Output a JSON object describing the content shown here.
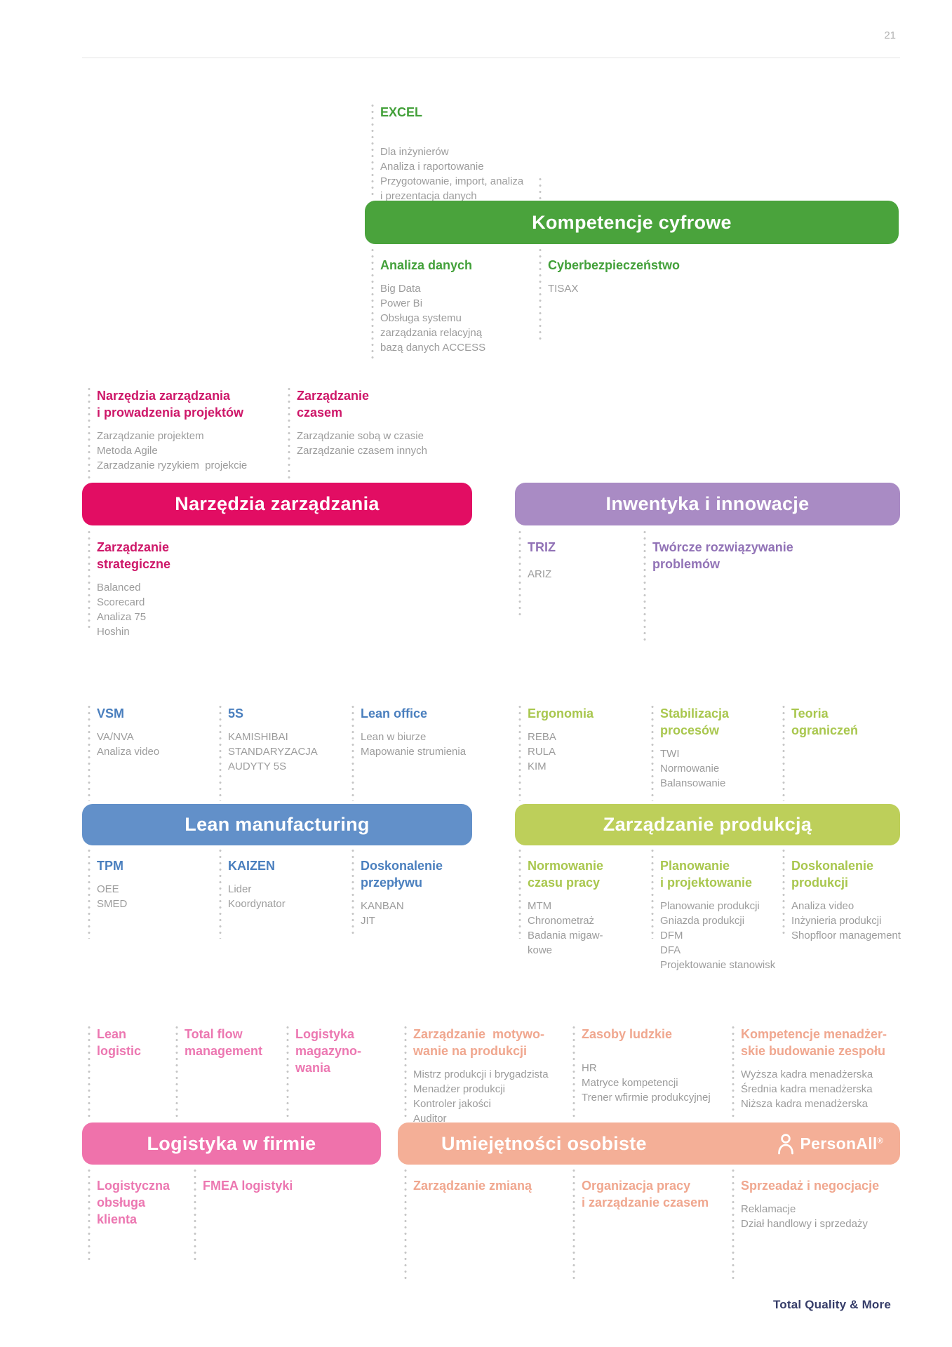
{
  "page": {
    "number": "21",
    "footer": "Total Quality & More"
  },
  "colors": {
    "green": "#4AA33C",
    "pink": "#E20D63",
    "purple": "#A98BC4",
    "blue": "#6290C9",
    "lime": "#BDCF5A",
    "pink_light": "#EF72AB",
    "salmon": "#F4AF97",
    "list_text": "#9C9C9C",
    "dots": "#C6C6C6",
    "footer_navy": "#363D69"
  },
  "digital": {
    "banner": "Kompetencje cyfrowe",
    "excel": {
      "title": "EXCEL",
      "items": [
        "Dla inżynierów",
        "Analiza i raportowanie",
        "Przygotowanie, import, analiza",
        "i prezentacja danych"
      ]
    },
    "analiza_danych": {
      "title": "Analiza danych",
      "items": [
        "Big Data",
        "Power Bi",
        "Obsługa systemu",
        "zarządzania relacyjną",
        "bazą danych ACCESS"
      ]
    },
    "cyber": {
      "title": "Cyberbezpieczeństwo",
      "items": [
        "TISAX"
      ]
    }
  },
  "management": {
    "banner": "Narzędzia zarządzania",
    "projekty": {
      "title": "Narzędzia zarządzania\ni prowadzenia projektów",
      "items": [
        "Zarządzanie projektem",
        "Metoda Agile",
        "Zarzadzanie ryzykiem  projekcie"
      ]
    },
    "czas": {
      "title": "Zarządzanie\nczasem",
      "items": [
        "Zarządzanie sobą w czasie",
        "Zarządzanie czasem innych"
      ]
    },
    "strategiczne": {
      "title": "Zarządzanie\nstrategiczne",
      "items": [
        "Balanced",
        "Scorecard",
        "Analiza 75",
        "Hoshin"
      ]
    }
  },
  "inventics": {
    "banner": "Inwentyka i innowacje",
    "triz": {
      "title": "TRIZ",
      "items": [
        "ARIZ"
      ]
    },
    "tworcze": {
      "title": "Twórcze rozwiązywanie\nproblemów",
      "items": []
    }
  },
  "lean": {
    "banner": "Lean manufacturing",
    "vsm": {
      "title": "VSM",
      "items": [
        "VA/NVA",
        "Analiza video"
      ]
    },
    "s5": {
      "title": "5S",
      "items": [
        "KAMISHIBAI",
        "STANDARYZACJA",
        "AUDYTY 5S"
      ]
    },
    "office": {
      "title": "Lean office",
      "items": [
        "Lean w biurze",
        "Mapowanie strumienia"
      ]
    },
    "tpm": {
      "title": "TPM",
      "items": [
        "OEE",
        "SMED"
      ]
    },
    "kaizen": {
      "title": "KAIZEN",
      "items": [
        "Lider",
        "Koordynator"
      ]
    },
    "przeplyw": {
      "title": "Doskonalenie\nprzepływu",
      "items": [
        "KANBAN",
        "JIT"
      ]
    }
  },
  "production": {
    "banner": "Zarządzanie produkcją",
    "ergonomia": {
      "title": "Ergonomia",
      "items": [
        "REBA",
        "RULA",
        "KIM"
      ]
    },
    "stabilizacja": {
      "title": "Stabilizacja\nprocesów",
      "items": [
        "TWI",
        "Normowanie",
        "Balansowanie"
      ]
    },
    "teoria": {
      "title": "Teoria\nograniczeń",
      "items": []
    },
    "normowanie": {
      "title": "Normowanie\nczasu pracy",
      "items": [
        "MTM",
        "Chronometraż",
        "Badania migaw-",
        "kowe"
      ]
    },
    "planowanie": {
      "title": "Planowanie\ni projektowanie",
      "items": [
        "Planowanie produkcji",
        "Gniazda produkcji",
        "DFM",
        "DFA",
        "Projektowanie stanowisk"
      ]
    },
    "doskonalenie": {
      "title": "Doskonalenie\nprodukcji",
      "items": [
        "Analiza video",
        "Inżynieria produkcji",
        "Shopfloor management"
      ]
    }
  },
  "logistics": {
    "banner": "Logistyka w firmie",
    "lean_logistic": {
      "title": "Lean\nlogistic",
      "items": []
    },
    "total_flow": {
      "title": "Total flow\nmanagement",
      "items": []
    },
    "magazyn": {
      "title": "Logistyka\nmagazyno-\nwania",
      "items": []
    },
    "obsluga": {
      "title": "Logistyczna\nobsługa\nklienta",
      "items": []
    },
    "fmea": {
      "title": "FMEA logistyki",
      "items": []
    }
  },
  "personal": {
    "banner": "Umiejętności osobiste",
    "brand": "PersonAll",
    "brand_reg": "®",
    "motywowanie": {
      "title": "Zarządzanie  motywo-\nwanie na produkcji",
      "items": [
        "Mistrz produkcji i brygadzista",
        "Menadżer produkcji",
        "Kontroler jakości",
        "Auditor"
      ]
    },
    "zasoby": {
      "title": "Zasoby ludzkie",
      "items": [
        "HR",
        "Matryce kompetencji",
        "Trener wfirmie produkcyjnej"
      ]
    },
    "kompetencje": {
      "title": "Kompetencje menadżer-\nskie budowanie zespołu",
      "items": [
        "Wyższa kadra menadżerska",
        "Średnia kadra menadżerska",
        "Niższa kadra menadżerska"
      ]
    },
    "zmiana": {
      "title": "Zarządzanie zmianą",
      "items": []
    },
    "organizacja": {
      "title": "Organizacja pracy\ni zarządzanie czasem",
      "items": []
    },
    "sprzedaz": {
      "title": "Sprzeadaż i negocjacje",
      "items": [
        "Reklamacje",
        "Dział handlowy i sprzedaży"
      ]
    }
  }
}
